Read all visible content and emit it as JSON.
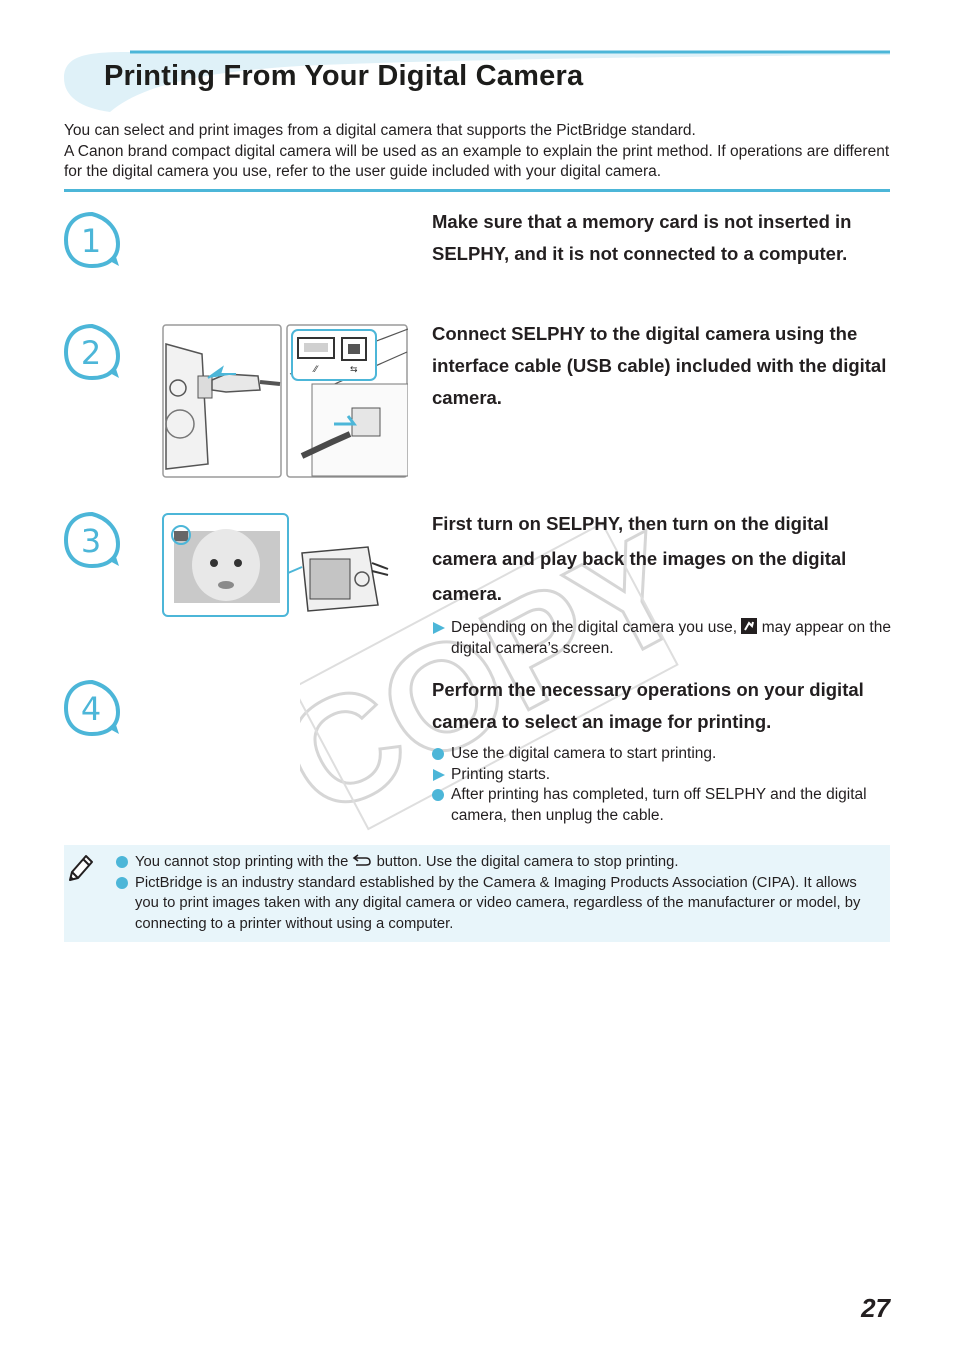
{
  "page": {
    "title": "Printing From Your Digital Camera",
    "intro": [
      "You can select and print images from a digital camera that supports the PictBridge standard.",
      "A Canon brand compact digital camera will be used as an example to explain the print method. If operations are different for the digital camera you use, refer to the user guide included with your digital camera."
    ],
    "page_number": "27",
    "watermark": "COPY"
  },
  "steps": [
    {
      "number": "1",
      "heading": "Make sure that a memory card is not inserted in SELPHY, and it is not connected to a computer."
    },
    {
      "number": "2",
      "heading": "Connect SELPHY to the digital camera using the interface cable (USB cable) included with the digital camera."
    },
    {
      "number": "3",
      "heading": "First turn on SELPHY, then turn on the digital camera and play back the images on the digital camera.",
      "bullets": [
        {
          "type": "arrow",
          "text_before": "Depending on the digital camera you use, ",
          "text_after": " may appear on the digital camera’s screen.",
          "icon": "pictbridge-icon"
        }
      ]
    },
    {
      "number": "4",
      "heading": "Perform the necessary operations on your digital camera to select an image for printing.",
      "bullets": [
        {
          "type": "dot",
          "text": "Use the digital camera to start printing."
        },
        {
          "type": "arrow",
          "text": "Printing starts."
        },
        {
          "type": "dot",
          "text": "After printing has completed, turn off SELPHY and the digital camera, then unplug the cable."
        }
      ]
    }
  ],
  "notes": {
    "icon": "pencil-icon",
    "items": [
      {
        "text_before": "You cannot stop printing with the ",
        "icon": "back-button-icon",
        "text_after": " button. Use the digital camera to stop printing."
      },
      {
        "text": "PictBridge is an industry standard established by the Camera & Imaging Products Association (CIPA). It allows you to print images taken with any digital camera or video camera, regardless of the manufacturer or model, by connecting to a printer without using a computer."
      }
    ]
  },
  "colors": {
    "accent": "#4cb6d8",
    "banner_light": "#dff1f8",
    "note_bg": "#e8f5fa",
    "text": "#231f20"
  }
}
